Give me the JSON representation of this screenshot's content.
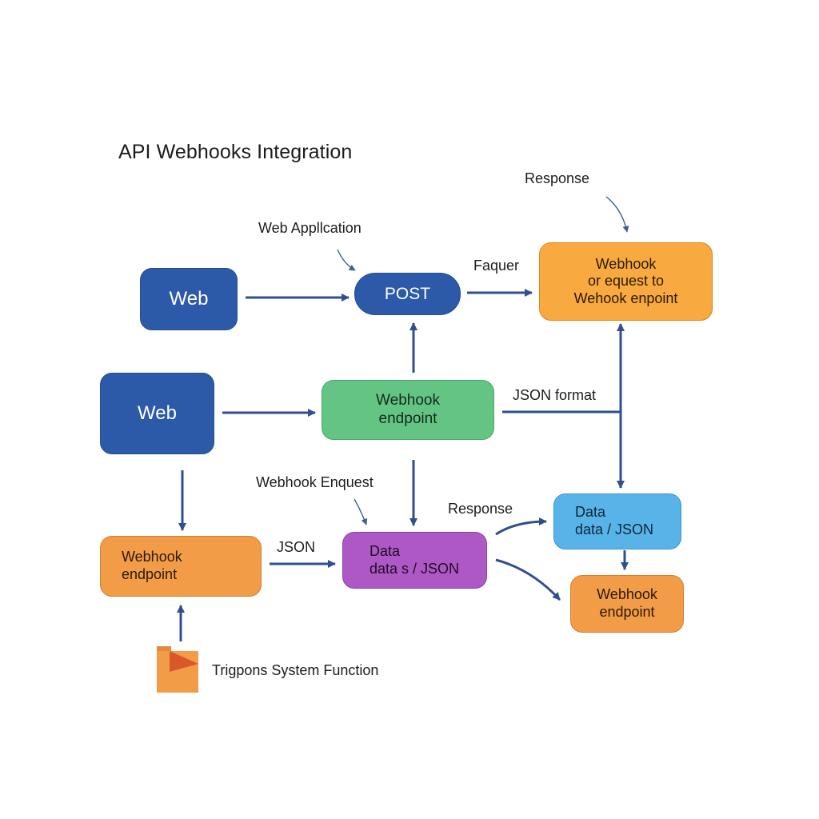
{
  "title": "API Webhooks Integration",
  "nodes": {
    "web_top": {
      "text": "Web",
      "color": "#2c5aa8"
    },
    "post": {
      "text": "POST",
      "color": "#2c5aa8"
    },
    "webhook_request": {
      "lines": [
        "Webhook",
        "or equest to",
        "Wehook enpoint"
      ],
      "color": "#f8a93f"
    },
    "web_mid": {
      "text": "Web",
      "color": "#2c5aa8"
    },
    "webhook_endpoint_center": {
      "lines": [
        "Webhook",
        "endpoint"
      ],
      "color": "#63c483"
    },
    "webhook_endpoint_left": {
      "lines": [
        "Webhook",
        "endpoint"
      ],
      "color": "#f39c47"
    },
    "data_purple": {
      "lines": [
        "Data",
        "data s / JSON"
      ],
      "color": "#ad58c4"
    },
    "data_sky": {
      "lines": [
        "Data",
        "data / JSON"
      ],
      "color": "#58b4e8"
    },
    "webhook_endpoint_right": {
      "lines": [
        "Webhook",
        "endpoint"
      ],
      "color": "#f39c47"
    }
  },
  "labels": {
    "response_top": "Response",
    "web_application": "Web Appllcation",
    "faquer": "Faquer",
    "json_format": "JSON format",
    "webhook_enquest": "Webhook Enquest",
    "response_mid": "Response",
    "json": "JSON",
    "trigger": "Trigpons System Function"
  },
  "icons": {
    "trigger_icon": "folder-icon"
  },
  "colors": {
    "arrow": "#2f4f8f",
    "folder": "#f39c47",
    "folder_flap": "#d9582a"
  }
}
